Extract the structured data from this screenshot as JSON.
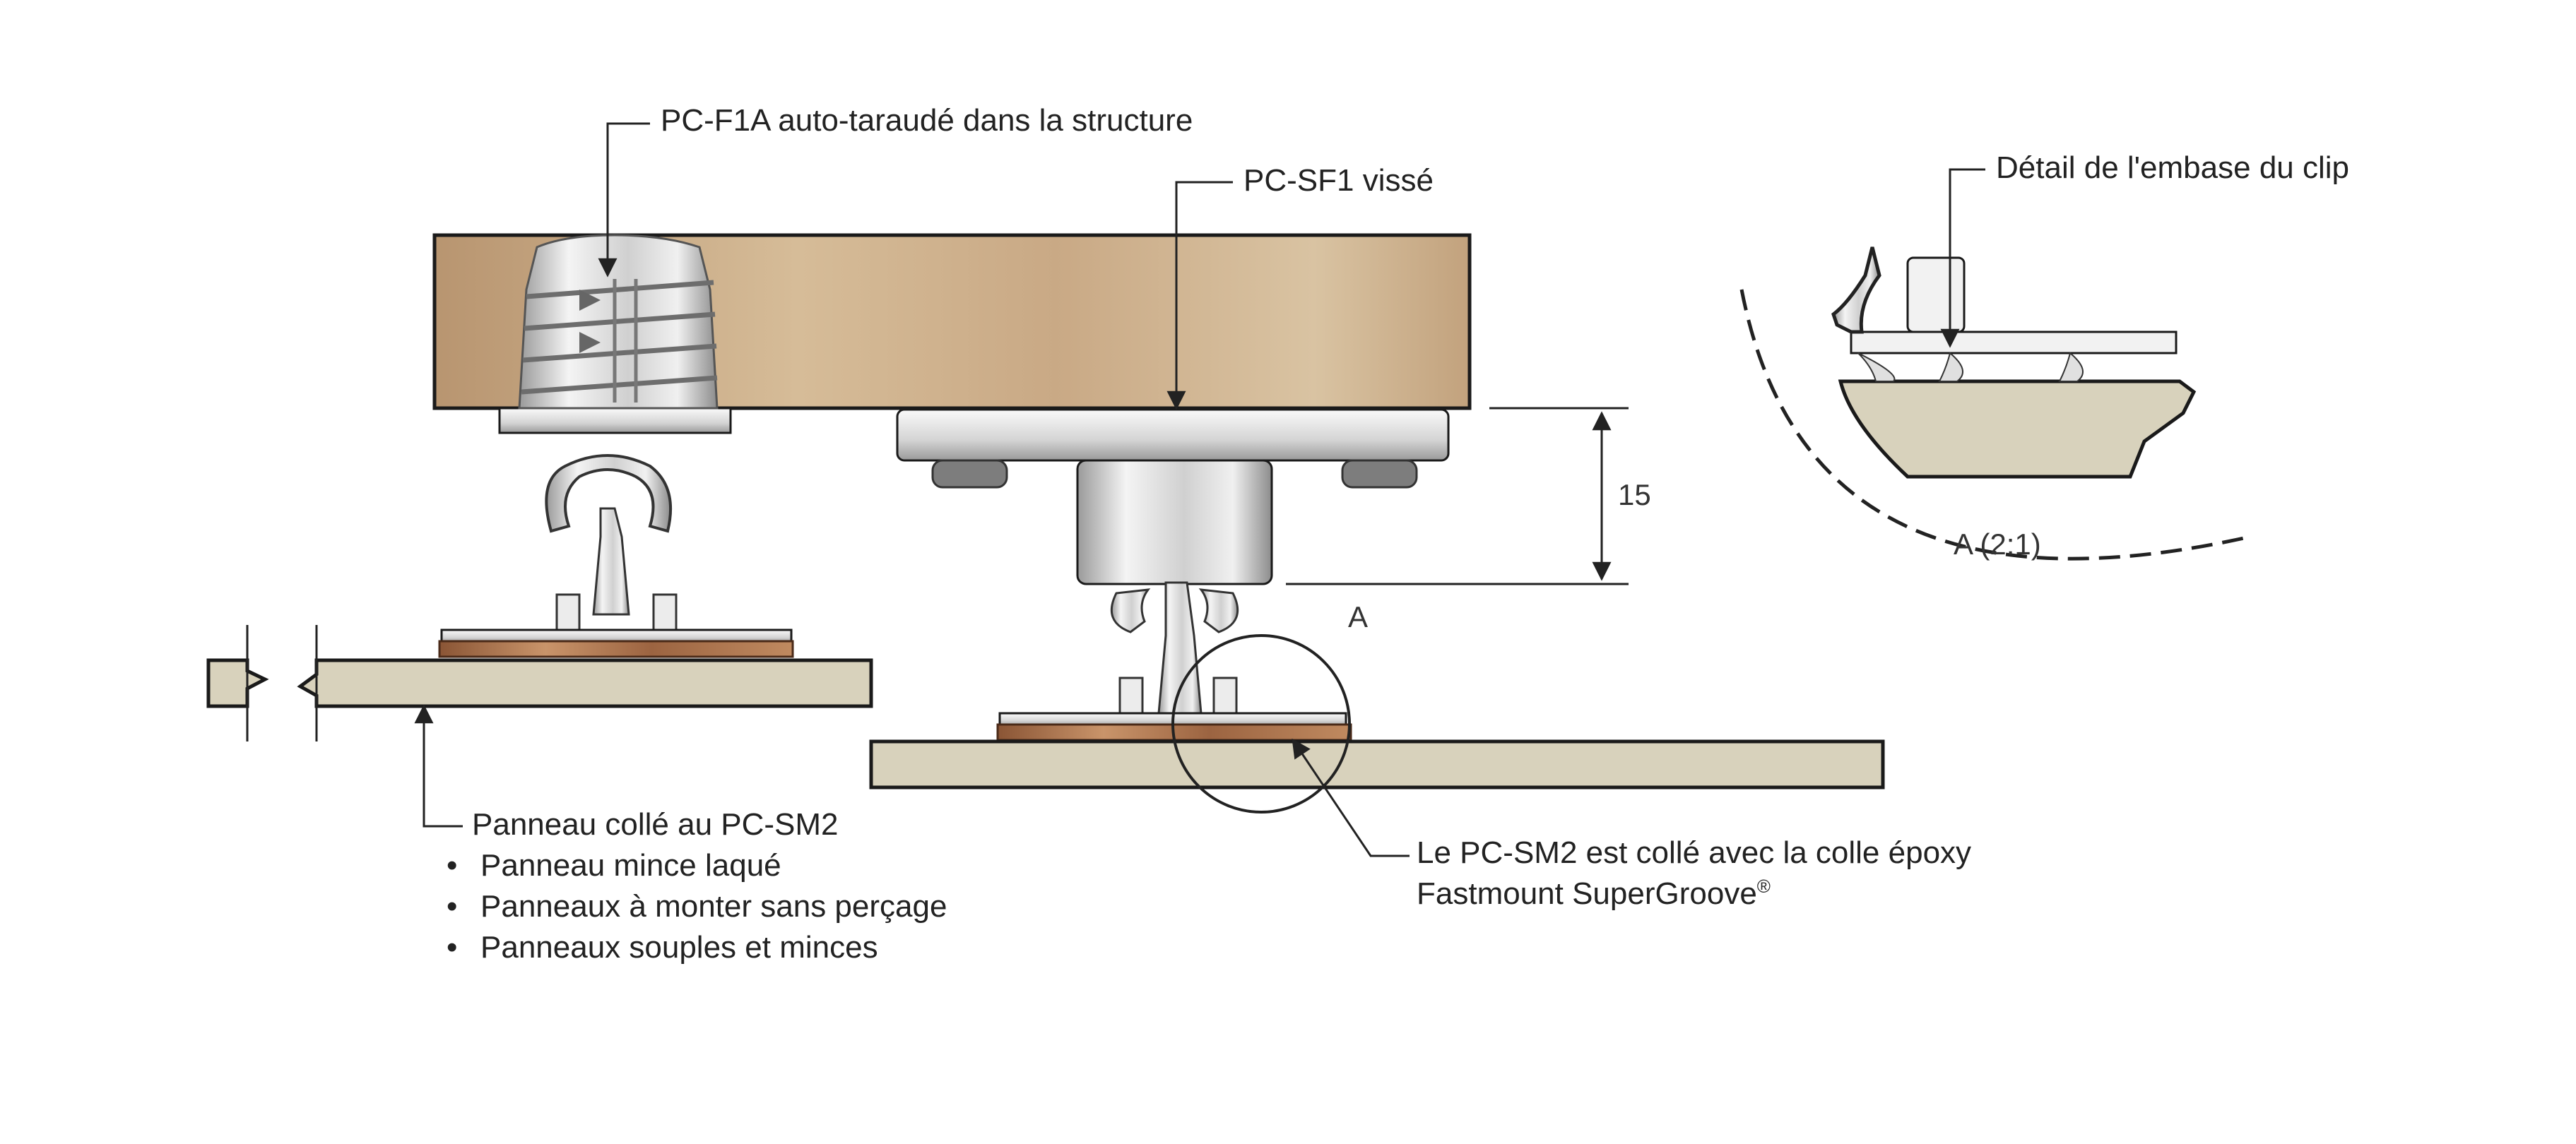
{
  "labels": {
    "pc_f1a": "PC-F1A auto-taraudé dans la structure",
    "pc_sf1": "PC-SF1 vissé",
    "detail_clip": "Détail de l'embase du clip",
    "dimension": "15",
    "section_letter": "A",
    "detail_scale": "A (2:1)",
    "panneau_title": "Panneau collé au PC-SM2",
    "panneau_bullets": [
      "Panneau mince laqué",
      "Panneaux à monter sans perçage",
      "Panneaux souples et minces"
    ],
    "epoxy_line1": "Le PC-SM2 est collé avec la colle époxy",
    "epoxy_line2": "Fastmount SuperGroove",
    "registered_mark": "®"
  },
  "colors": {
    "wood": "#cdb08a",
    "panel": "#d8d2bc",
    "metal_light": "#f2f2f2",
    "metal_mid": "#c8c8c8",
    "metal_dark": "#8a8a8a",
    "glue": "#b07a55",
    "ink": "#1a1a1a"
  }
}
